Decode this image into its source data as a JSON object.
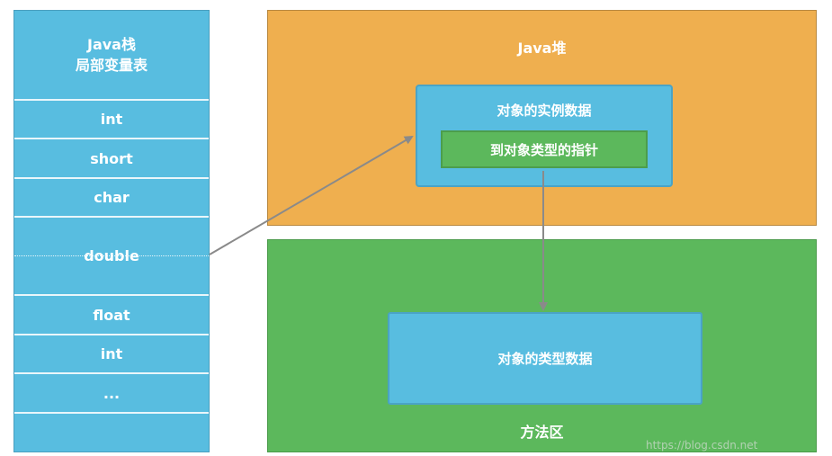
{
  "stack": {
    "title_line1": "Java栈",
    "title_line2": "局部变量表",
    "slots": [
      "int",
      "short",
      "char",
      "double",
      "float",
      "int",
      "...",
      ""
    ]
  },
  "heap": {
    "title": "Java堆",
    "instance_data": "对象的实例数据",
    "type_pointer": "到对象类型的指针"
  },
  "method_area": {
    "title": "方法区",
    "type_data": "对象的类型数据"
  },
  "watermark": "https://blog.csdn.net",
  "colors": {
    "stack_blue": "#58bde0",
    "heap_orange": "#efaf4f",
    "method_green": "#5cb85c",
    "arrow_gray": "#8a8a8a"
  }
}
